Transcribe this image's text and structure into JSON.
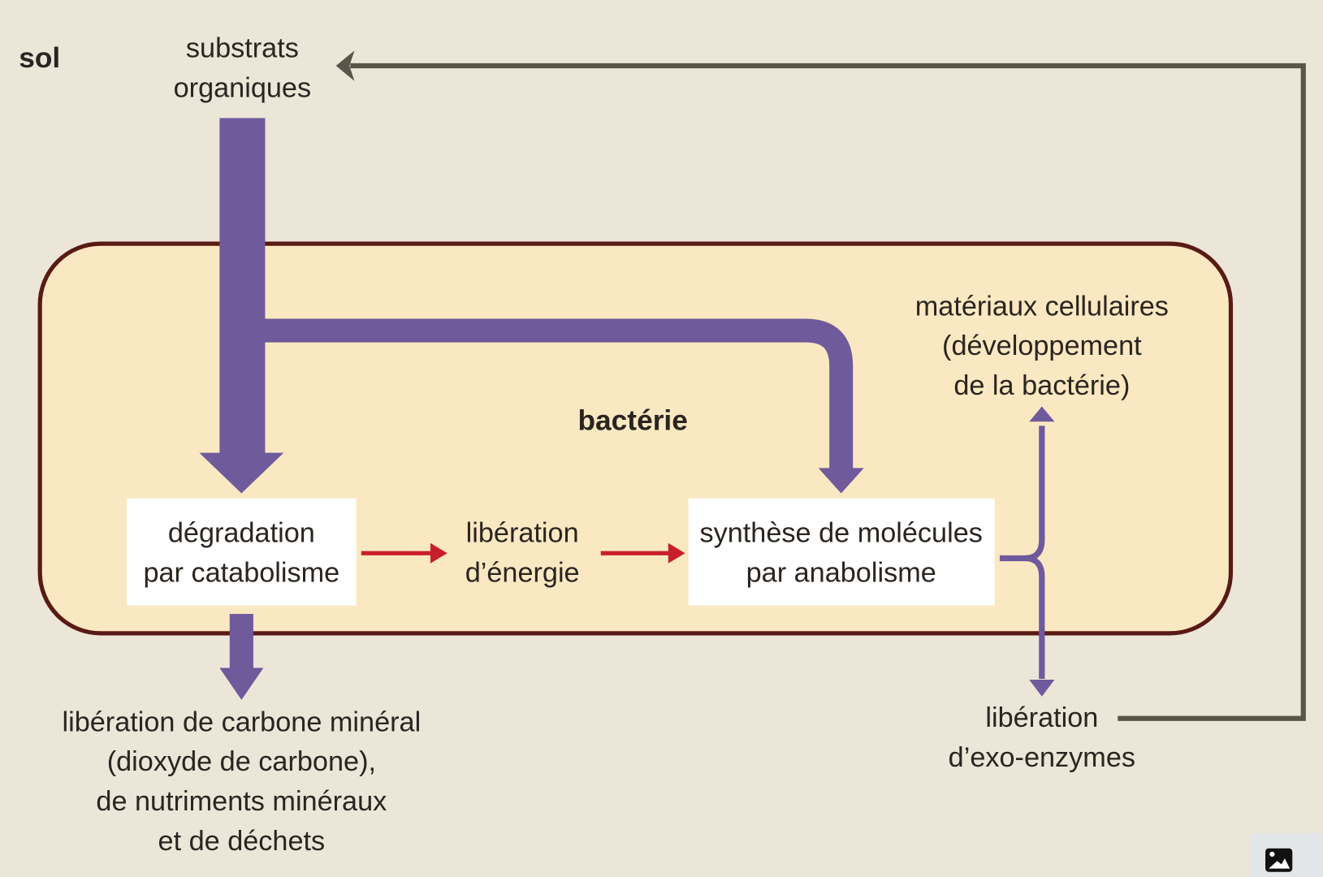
{
  "region_label": "sol",
  "cell_label": "bactérie",
  "substrates": [
    "substrats",
    "organiques"
  ],
  "catabolism_box": [
    "dégradation",
    "par catabolisme"
  ],
  "energy": [
    "libération",
    "d’énergie"
  ],
  "anabolism_box": [
    "synthèse de molécules",
    "par anabolisme"
  ],
  "cell_materials": [
    "matériaux cellulaires",
    "(développement",
    "de la bactérie)"
  ],
  "exoenzymes": [
    "libération",
    "d’exo-enzymes"
  ],
  "mineral_release": [
    "libération de carbone minéral",
    "(dioxyde de carbone),",
    "de nutriments minéraux",
    "et de déchets"
  ],
  "colors": {
    "background": "#ebe6d8",
    "cell": "#fae8c2",
    "cell_border": "#5a1a14",
    "flow": "#6f5a9b",
    "energy_arrow": "#c8202a",
    "loop": "#5a5548"
  },
  "icons": {
    "image_button": "image-icon"
  }
}
